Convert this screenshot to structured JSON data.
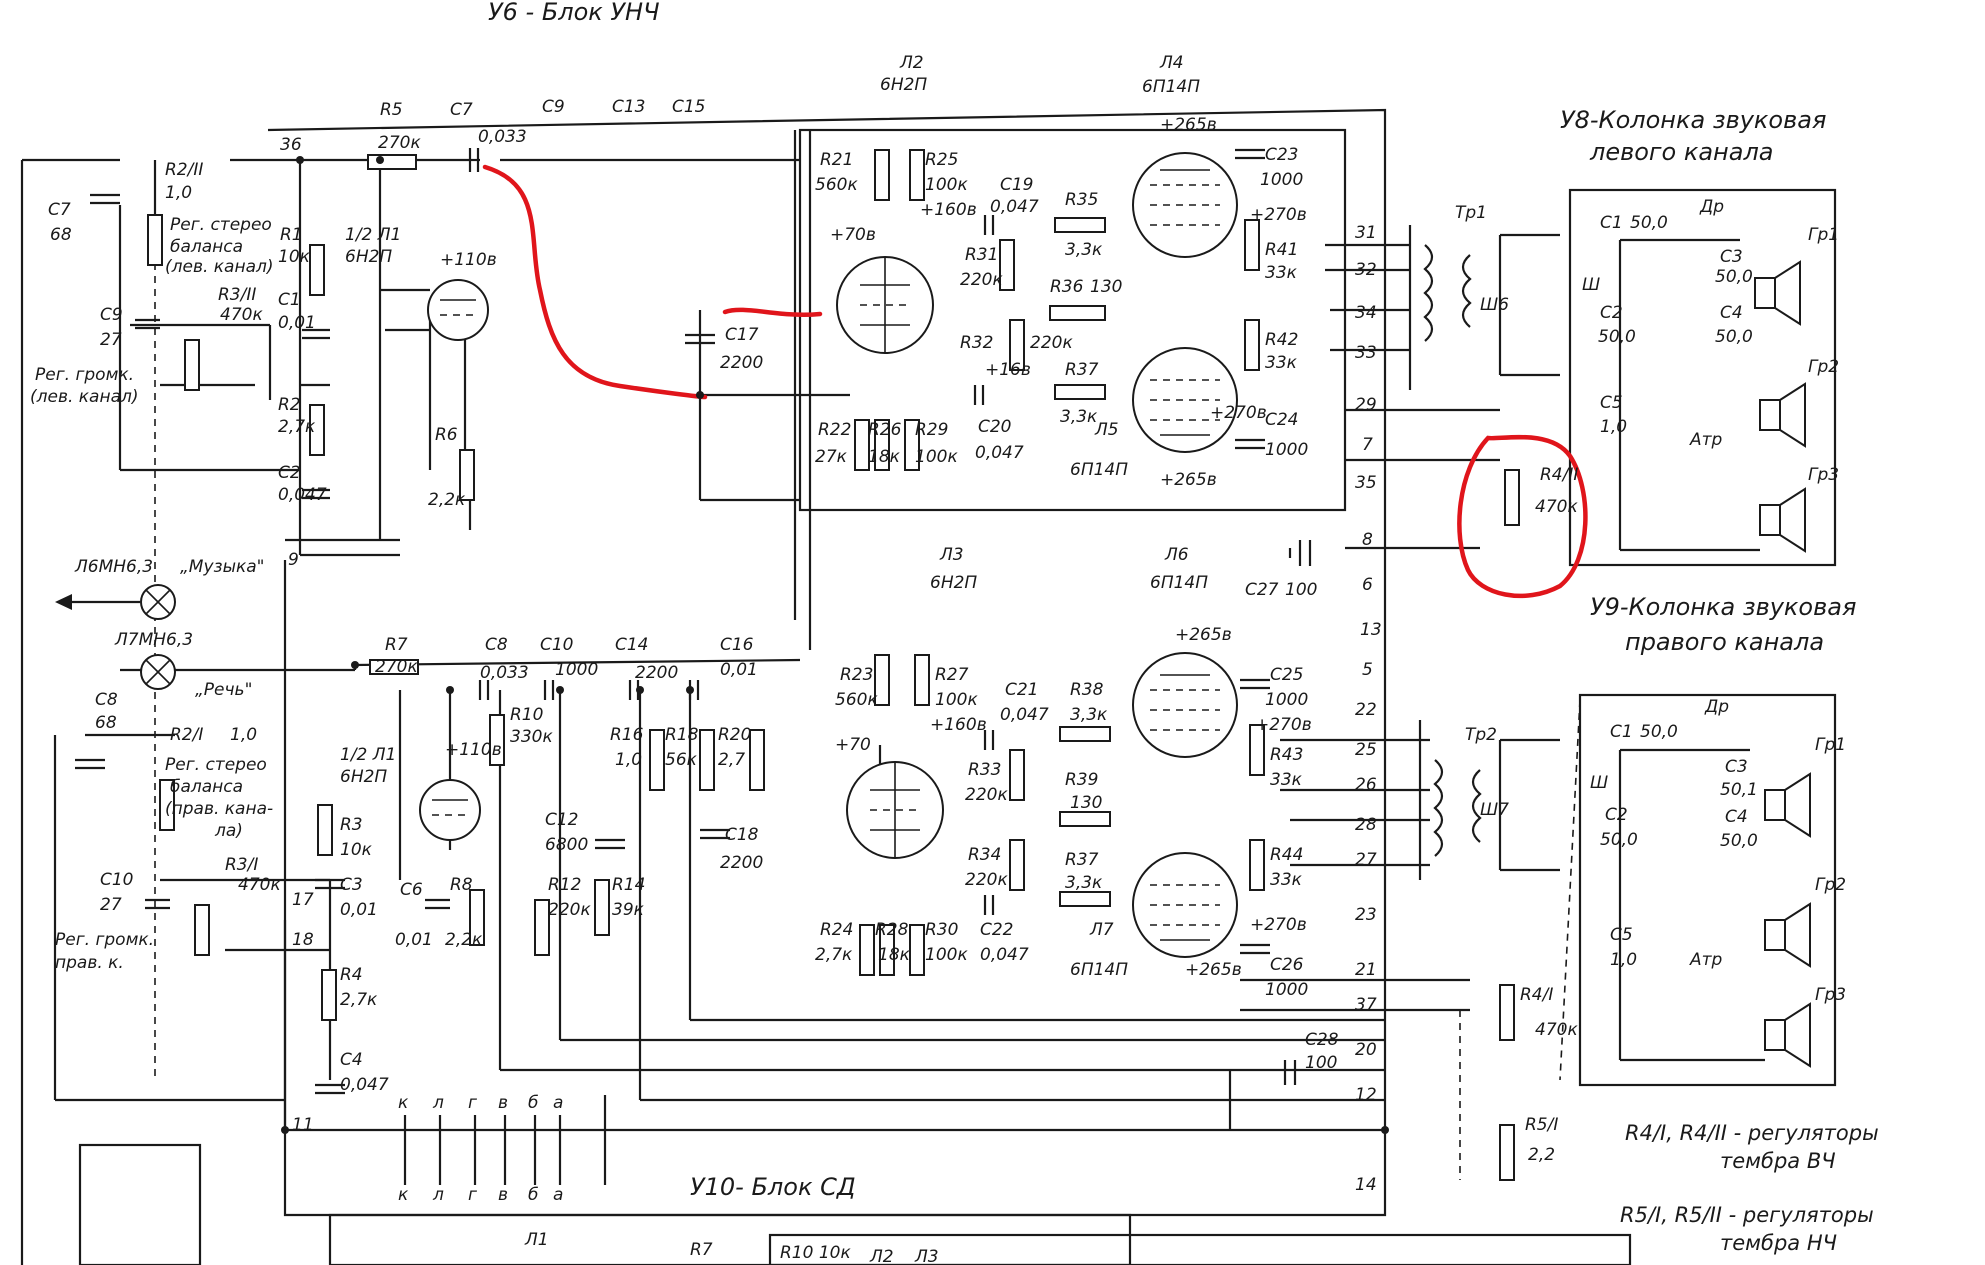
{
  "blocks": {
    "u6": "У6 - Блок УНЧ",
    "u8_line1": "У8-Колонка звуковая",
    "u8_line2": "левого канала",
    "u9_line1": "У9-Колонка звуковая",
    "u9_line2": "правого канала",
    "u10": "У10- Блок СД"
  },
  "tubes": {
    "l2_name": "Л2",
    "l2_type": "6Н2П",
    "l4_name": "Л4",
    "l4_type": "6П14П",
    "l5_name": "Л5",
    "l5_type": "6П14П",
    "l3_name": "Л3",
    "l3_type": "6Н2П",
    "l6_name": "Л6",
    "l6_type": "6П14П",
    "l7_name": "Л7",
    "l7_type": "6П14П",
    "l1a_name": "1/2 Л1",
    "l1a_type": "6Н2П",
    "l1b_name": "1/2 Л1",
    "l1b_type": "6Н2П"
  },
  "components": {
    "r5": "R5",
    "r5v": "270к",
    "c7top": "C7",
    "c7topv": "0,033",
    "c9top": "C9",
    "c13": "C13",
    "c15": "C15",
    "c7l": "C7",
    "c7lv": "68",
    "c9l": "C9",
    "c9lv": "27",
    "r2ii": "R2/II",
    "r2iiv": "1,0",
    "r1": "R1",
    "r1v": "10к",
    "c1": "C1",
    "c1v": "0,01",
    "r2": "R2",
    "r2v": "2,7к",
    "c2": "C2",
    "c2v": "0,047",
    "r3ii": "R3/II",
    "r3iiv": "470к",
    "r6": "R6",
    "r6v": "2,2к",
    "r21": "R21",
    "r21v": "560к",
    "r25": "R25",
    "r25v": "100к",
    "c19": "C19",
    "c19v": "0,047",
    "r35": "R35",
    "r35v": "3,3к",
    "c23": "C23",
    "c23v": "1000",
    "r41": "R41",
    "r41v": "33к",
    "r31": "R31",
    "r31v": "220к",
    "r36": "R36",
    "r36v": "130",
    "r42": "R42",
    "r42v": "33к",
    "c17": "C17",
    "c17v": "2200",
    "r32": "R32",
    "r32v": "220к",
    "r37": "R37",
    "r37v": "3,3к",
    "c24": "C24",
    "c24v": "1000",
    "r22": "R22",
    "r22v": "27к",
    "r26": "R26",
    "r26v": "18к",
    "r29": "R29",
    "r29v": "100к",
    "c20": "C20",
    "c20v": "0,047",
    "c27": "C27",
    "c27v": "100",
    "r4ii": "R4/II",
    "r4iiv": "470к",
    "r7": "R7",
    "r7v": "270к",
    "c8": "C8",
    "c8v": "0,033",
    "c10": "C10",
    "c10v": "1000",
    "c14": "C14",
    "c14v": "2200",
    "c16": "C16",
    "c16v": "0,01",
    "r23": "R23",
    "r23v": "560к",
    "r27": "R27",
    "r27v": "100к",
    "c21": "C21",
    "c21v": "0,047",
    "r38": "R38",
    "r38v": "3,3к",
    "c25": "C25",
    "c25v": "1000",
    "r43": "R43",
    "r43v": "33к",
    "r33": "R33",
    "r33v": "220к",
    "r39": "R39",
    "r39v": "130",
    "r34": "R34",
    "r34v": "220к",
    "r37b": "R37",
    "r37bv": "3,3к",
    "r44": "R44",
    "r44v": "33к",
    "c26": "C26",
    "c26v": "1000",
    "r24": "R24",
    "r24v": "2,7к",
    "r28": "R28",
    "r28v": "18к",
    "r30": "R30",
    "r30v": "100к",
    "c22": "C22",
    "c22v": "0,047",
    "r10": "R10",
    "r10v": "330к",
    "r16": "R16",
    "r16v": "1,0",
    "r18": "R18",
    "r18v": "56к",
    "r20": "R20",
    "r20v": "2,7",
    "c12": "C12",
    "c12v": "6800",
    "c18": "C18",
    "c18v": "2200",
    "r12": "R12",
    "r12v": "220к",
    "r14": "R14",
    "r14v": "39к",
    "r3": "R3",
    "r3v": "10к",
    "c3": "C3",
    "c3v": "0,01",
    "r4": "R4",
    "r4v": "2,7к",
    "c4": "C4",
    "c4v": "0,047",
    "c6": "C6",
    "c6v": "0,01",
    "r8": "R8",
    "r8v": "2,2к",
    "c8l": "C8",
    "c8lv": "68",
    "c10l": "C10",
    "c10lv": "27",
    "r2i": "R2/I",
    "r2iv": "1,0",
    "r3i": "R3/I",
    "r3iv": "470к",
    "c28": "C28",
    "c28v": "100",
    "r4i": "R4/I",
    "r4iv": "470к",
    "r5i": "R5/I",
    "r5iv": "2,2",
    "tr1": "Tp1",
    "tr2": "Tp2",
    "sh6": "Ш6",
    "sh7": "Ш7"
  },
  "voltages": {
    "v110a": "+110в",
    "v110b": "+110в",
    "v70a": "+70в",
    "v70b": "+70",
    "v160a": "+160в",
    "v160b": "+160в",
    "v265a": "+265в",
    "v265b": "+265в",
    "v265c": "+265в",
    "v265d": "+265в",
    "v270a": "+270в",
    "v270b": "+270в",
    "v270c": "+270в",
    "v270d": "+270в",
    "v16": "+16в"
  },
  "controls": {
    "bal_l": [
      "Рег. стерео",
      "баланса",
      "(лев. канал)"
    ],
    "vol_l": [
      "Рег. громк.",
      "(лев. канал)"
    ],
    "bal_r": [
      "Рег. стерео",
      "баланса",
      "(прав. кана-",
      "ла)"
    ],
    "vol_r": [
      "Рег. громк.",
      "прав. к."
    ]
  },
  "lamps": {
    "l6": "Л6МН6,3",
    "music": "„Музыка\"",
    "l7": "Л7МН6,3",
    "speech": "„Речь\""
  },
  "pins": {
    "left": [
      "36",
      "9",
      "17",
      "18",
      "11"
    ],
    "right": [
      "31",
      "32",
      "34",
      "33",
      "29",
      "7",
      "35",
      "8",
      "6",
      "13",
      "5",
      "22",
      "25",
      "26",
      "28",
      "27",
      "23",
      "21",
      "37",
      "20",
      "12",
      "14"
    ]
  },
  "connector": [
    "к",
    "л",
    "г",
    "в",
    "б",
    "а"
  ],
  "speakers": {
    "left": {
      "c1": "C1",
      "c1v": "50,0",
      "dr": "Др",
      "c2": "C2",
      "c2v": "50,0",
      "c3": "C3",
      "c3v": "50,0",
      "c4": "C4",
      "c4v": "50,0",
      "c5": "C5",
      "c5v": "1,0",
      "atr": "Атр",
      "sh": "Ш",
      "gr1": "Гр1",
      "gr2": "Гр2",
      "gr3": "Гр3"
    },
    "right": {
      "c1": "C1",
      "c1v": "50,0",
      "dr": "Др",
      "c2": "C2",
      "c2v": "50,0",
      "c3": "C3",
      "c3v": "50,1",
      "c4": "C4",
      "c4v": "50,0",
      "c5": "C5",
      "c5v": "1,0",
      "atr": "Атр",
      "sh": "Ш",
      "gr1": "Гр1",
      "gr2": "Гр2",
      "gr3": "Гр3"
    }
  },
  "legend": [
    "R4/I, R4/II - регуляторы",
    "тембра ВЧ",
    "R5/I, R5/II - регуляторы",
    "тембра НЧ"
  ],
  "bottom_block": {
    "l1": "Л1",
    "r7": "R7",
    "r10": "R10 10к",
    "l2": "Л2",
    "l3": "Л3"
  },
  "colors": {
    "ink": "#1a1a1a",
    "paper": "#ffffff",
    "annotation": "#e0151b"
  }
}
